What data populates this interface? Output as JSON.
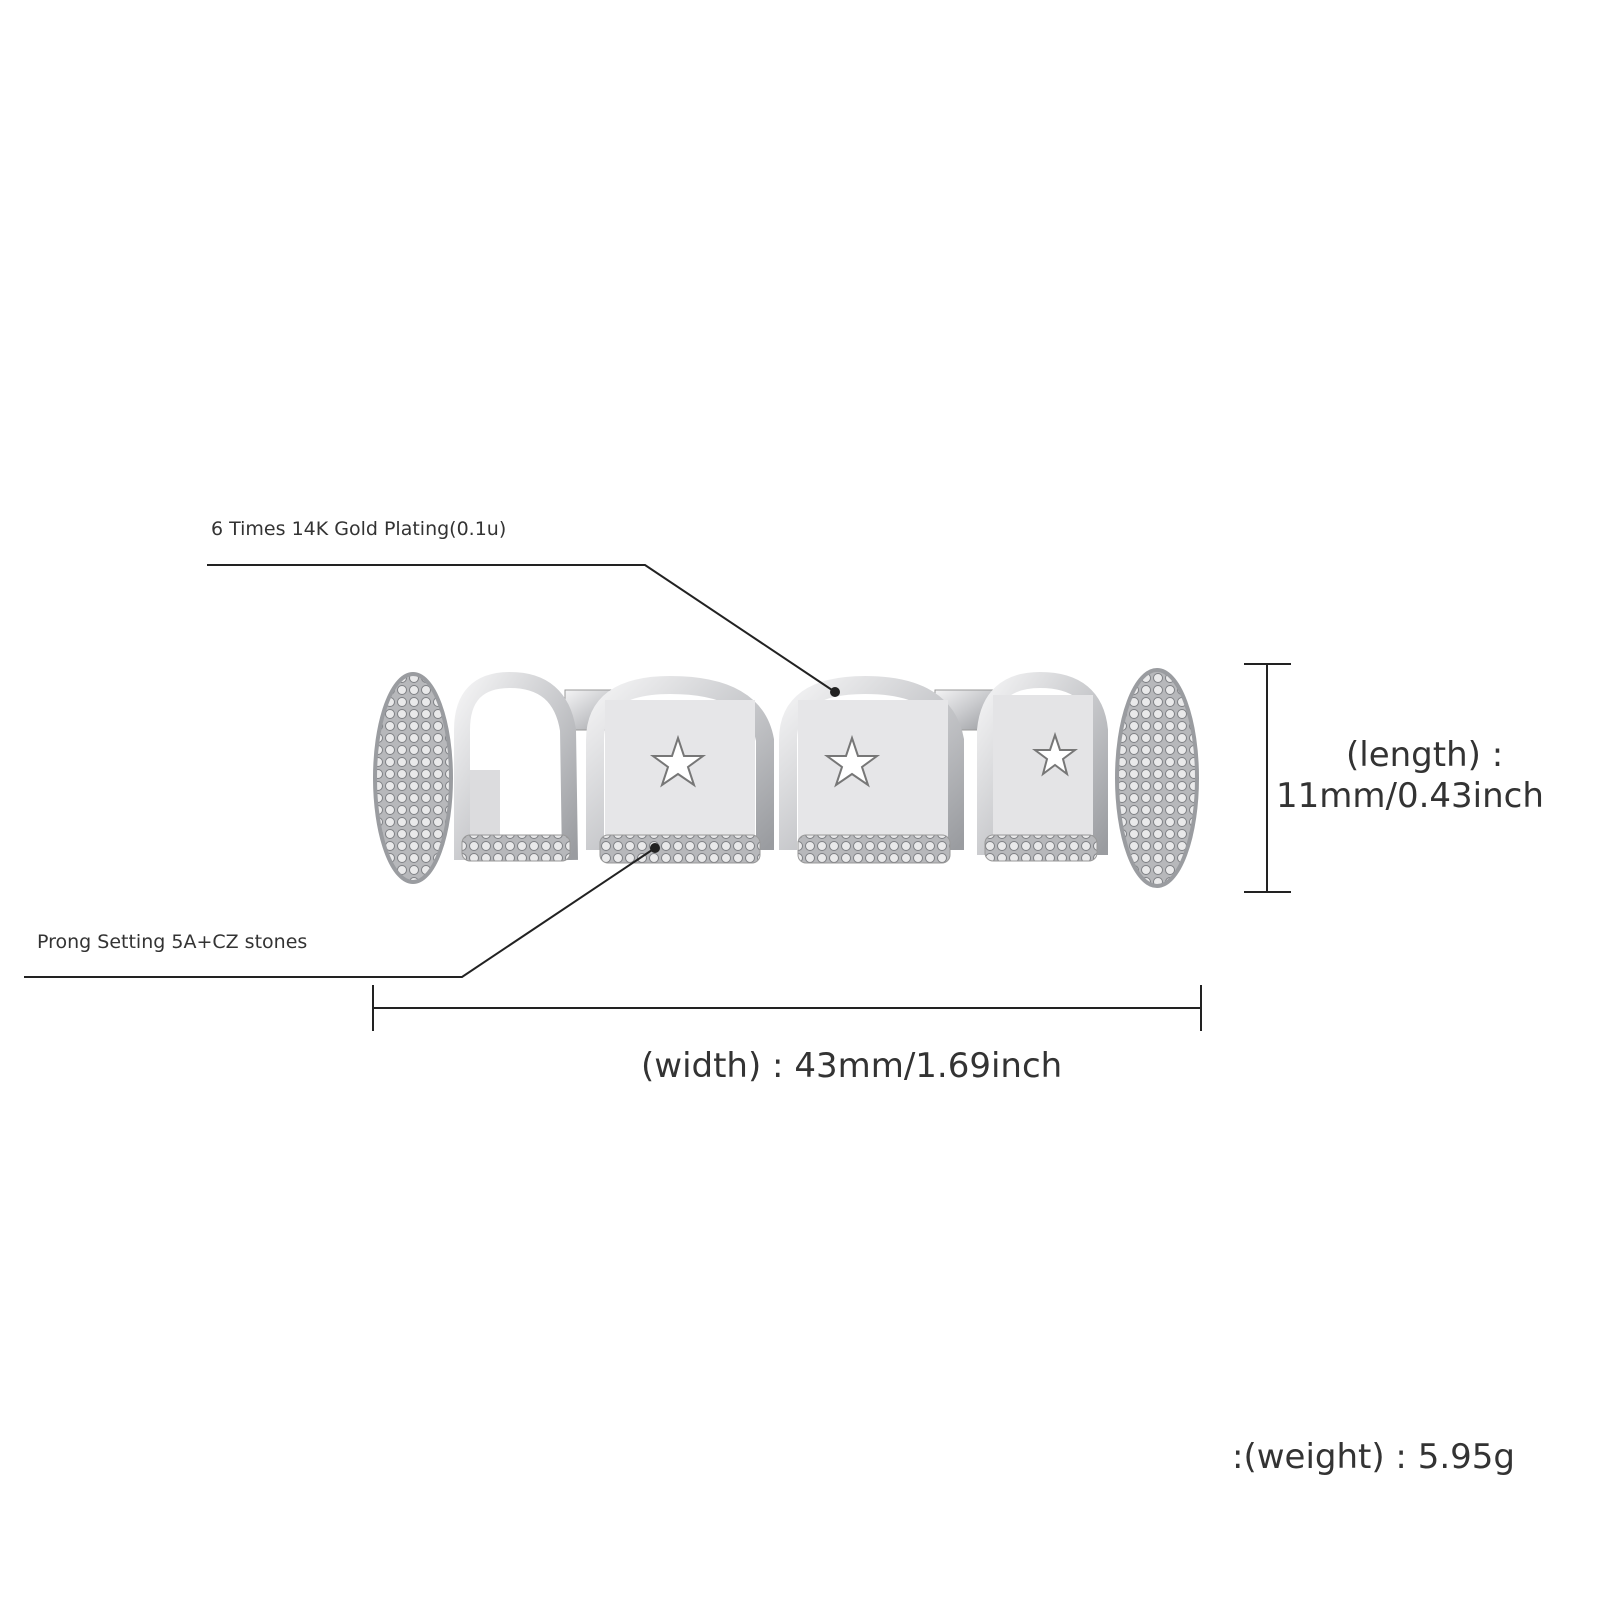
{
  "annotations": {
    "plating": "6 Times  14K  Gold  Plating(0.1u)",
    "stones": "Prong Setting 5A+CZ stones",
    "length_label": "(length) :",
    "length_value": "11mm/0.43inch",
    "width": "(width) : 43mm/1.69inch",
    "weight": ":(weight) : 5.95g"
  },
  "colors": {
    "metal": "#d9dadc",
    "metal_dark": "#8d8f93",
    "line": "#222222"
  }
}
